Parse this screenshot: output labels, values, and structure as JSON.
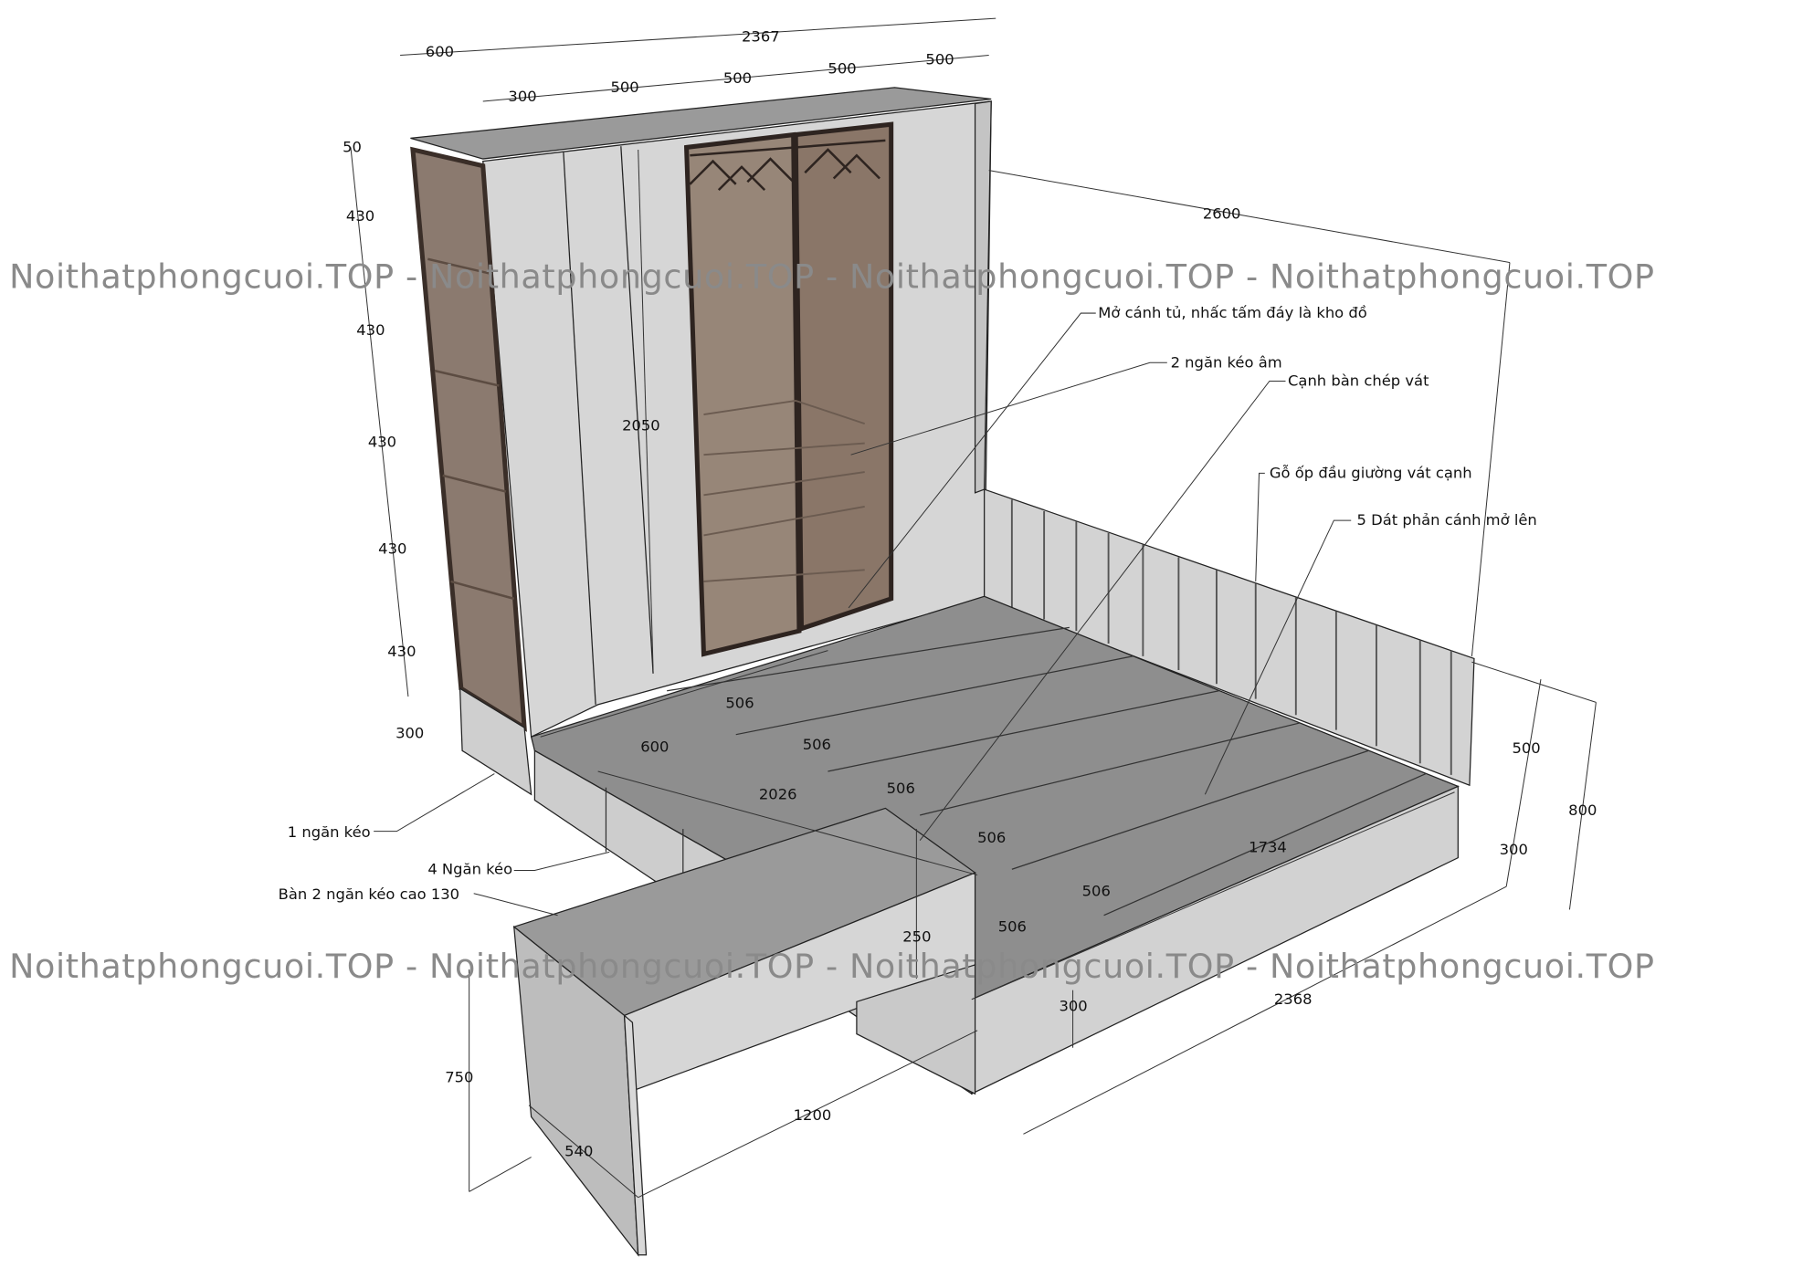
{
  "title": "Bed with wardrobe and desk - technical drawing",
  "watermark": "Noithatphongcuoi.TOP - Noithatphongcuoi.TOP - Noithatphongcuoi.TOP - Noithatphongcuoi.TOP",
  "colors": {
    "panel": "#d4d4d4",
    "platform": "#8c8c8c",
    "glass": "#8b7a6f",
    "frame": "#3a2e28"
  },
  "dimensions": {
    "wardrobe_width": "2367",
    "left_depth": "600",
    "col1": "300",
    "col2": "500",
    "col3": "500",
    "col4": "500",
    "col5": "500",
    "top_gap": "50",
    "shelf1": "430",
    "shelf2": "430",
    "shelf3": "430",
    "shelf4": "430",
    "shelf5": "430",
    "base_height": "300",
    "wardrobe_height": "2050",
    "total_depth": "2600",
    "slat1": "506",
    "slat2": "506",
    "slat3": "506",
    "slat4": "506",
    "slat5": "506",
    "slat6": "506",
    "drawer_depth": "600",
    "platform_length": "2026",
    "bed_width": "1734",
    "desk_gap": "250",
    "bed_base": "300",
    "bed_length": "2368",
    "headboard_h": "500",
    "side_h": "300",
    "total_h": "800",
    "desk_h": "750",
    "desk_w": "1200",
    "desk_d": "540"
  },
  "labels": {
    "open_storage": "Mở cánh tủ, nhấc tấm đáy là kho đồ",
    "hidden_drawers": "2 ngăn kéo âm",
    "desk_edge": "Cạnh bàn chép vát",
    "headboard": "Gỗ ốp đầu giường vát cạnh",
    "slats": "5 Dát phản cánh mở lên",
    "one_drawer": "1 ngăn kéo",
    "four_drawers": "4 Ngăn kéo",
    "desk": "Bàn 2 ngăn kéo cao 130"
  }
}
